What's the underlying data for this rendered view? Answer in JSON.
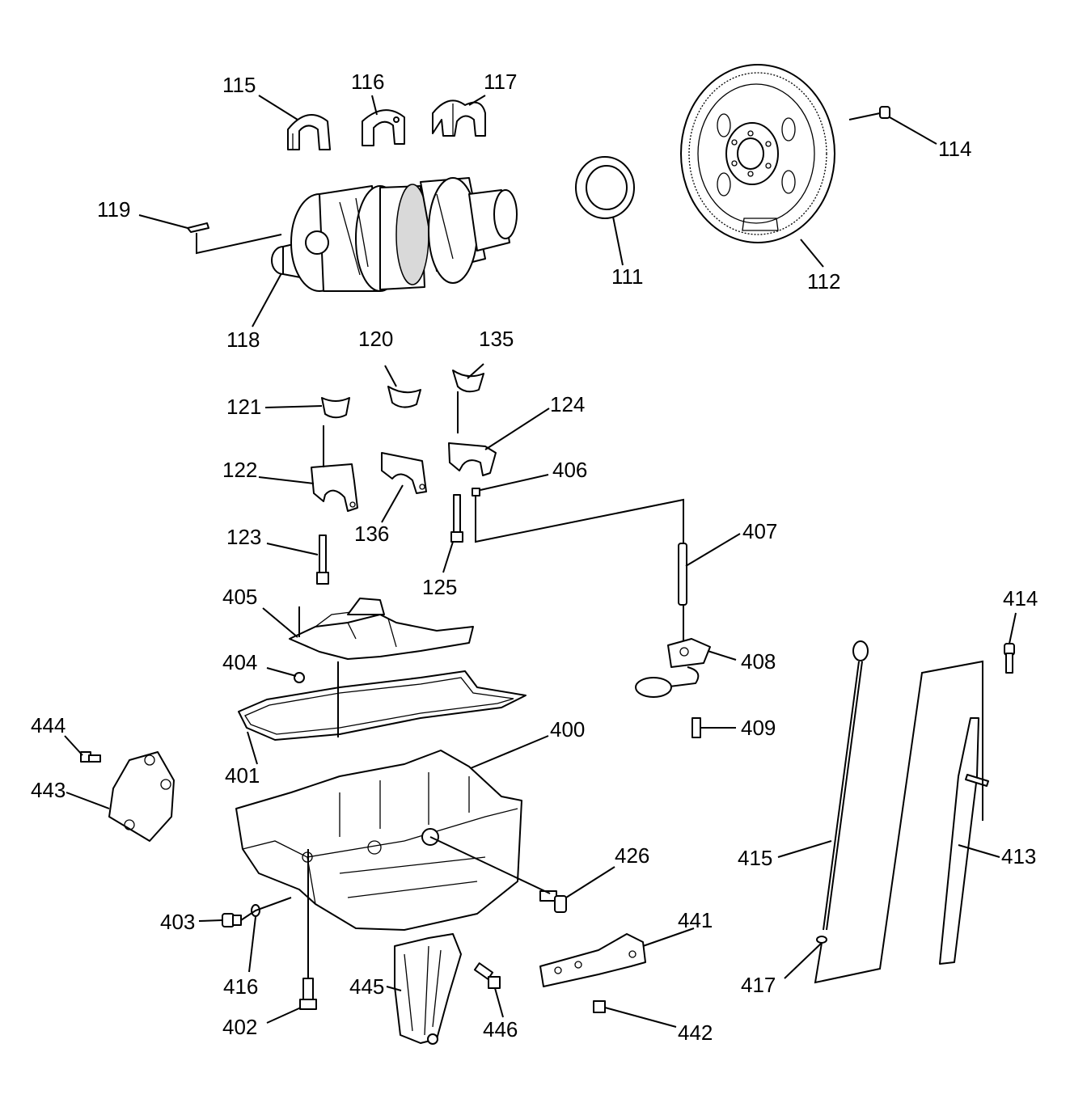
{
  "callouts": [
    {
      "id": "c115",
      "text": "115"
    },
    {
      "id": "c116",
      "text": "116"
    },
    {
      "id": "c117",
      "text": "117"
    },
    {
      "id": "c114",
      "text": "114"
    },
    {
      "id": "c119",
      "text": "119"
    },
    {
      "id": "c111",
      "text": "111"
    },
    {
      "id": "c112",
      "text": "112"
    },
    {
      "id": "c118",
      "text": "118"
    },
    {
      "id": "c120",
      "text": "120"
    },
    {
      "id": "c135",
      "text": "135"
    },
    {
      "id": "c121",
      "text": "121"
    },
    {
      "id": "c124",
      "text": "124"
    },
    {
      "id": "c122",
      "text": "122"
    },
    {
      "id": "c406",
      "text": "406"
    },
    {
      "id": "c123",
      "text": "123"
    },
    {
      "id": "c136",
      "text": "136"
    },
    {
      "id": "c407",
      "text": "407"
    },
    {
      "id": "c125",
      "text": "125"
    },
    {
      "id": "c405",
      "text": "405"
    },
    {
      "id": "c414",
      "text": "414"
    },
    {
      "id": "c404",
      "text": "404"
    },
    {
      "id": "c408",
      "text": "408"
    },
    {
      "id": "c409",
      "text": "409"
    },
    {
      "id": "c444",
      "text": "444"
    },
    {
      "id": "c400",
      "text": "400"
    },
    {
      "id": "c401",
      "text": "401"
    },
    {
      "id": "c443",
      "text": "443"
    },
    {
      "id": "c426",
      "text": "426"
    },
    {
      "id": "c415",
      "text": "415"
    },
    {
      "id": "c413",
      "text": "413"
    },
    {
      "id": "c441",
      "text": "441"
    },
    {
      "id": "c403",
      "text": "403"
    },
    {
      "id": "c416",
      "text": "416"
    },
    {
      "id": "c445",
      "text": "445"
    },
    {
      "id": "c417",
      "text": "417"
    },
    {
      "id": "c446",
      "text": "446"
    },
    {
      "id": "c402",
      "text": "402"
    },
    {
      "id": "c442",
      "text": "442"
    }
  ]
}
